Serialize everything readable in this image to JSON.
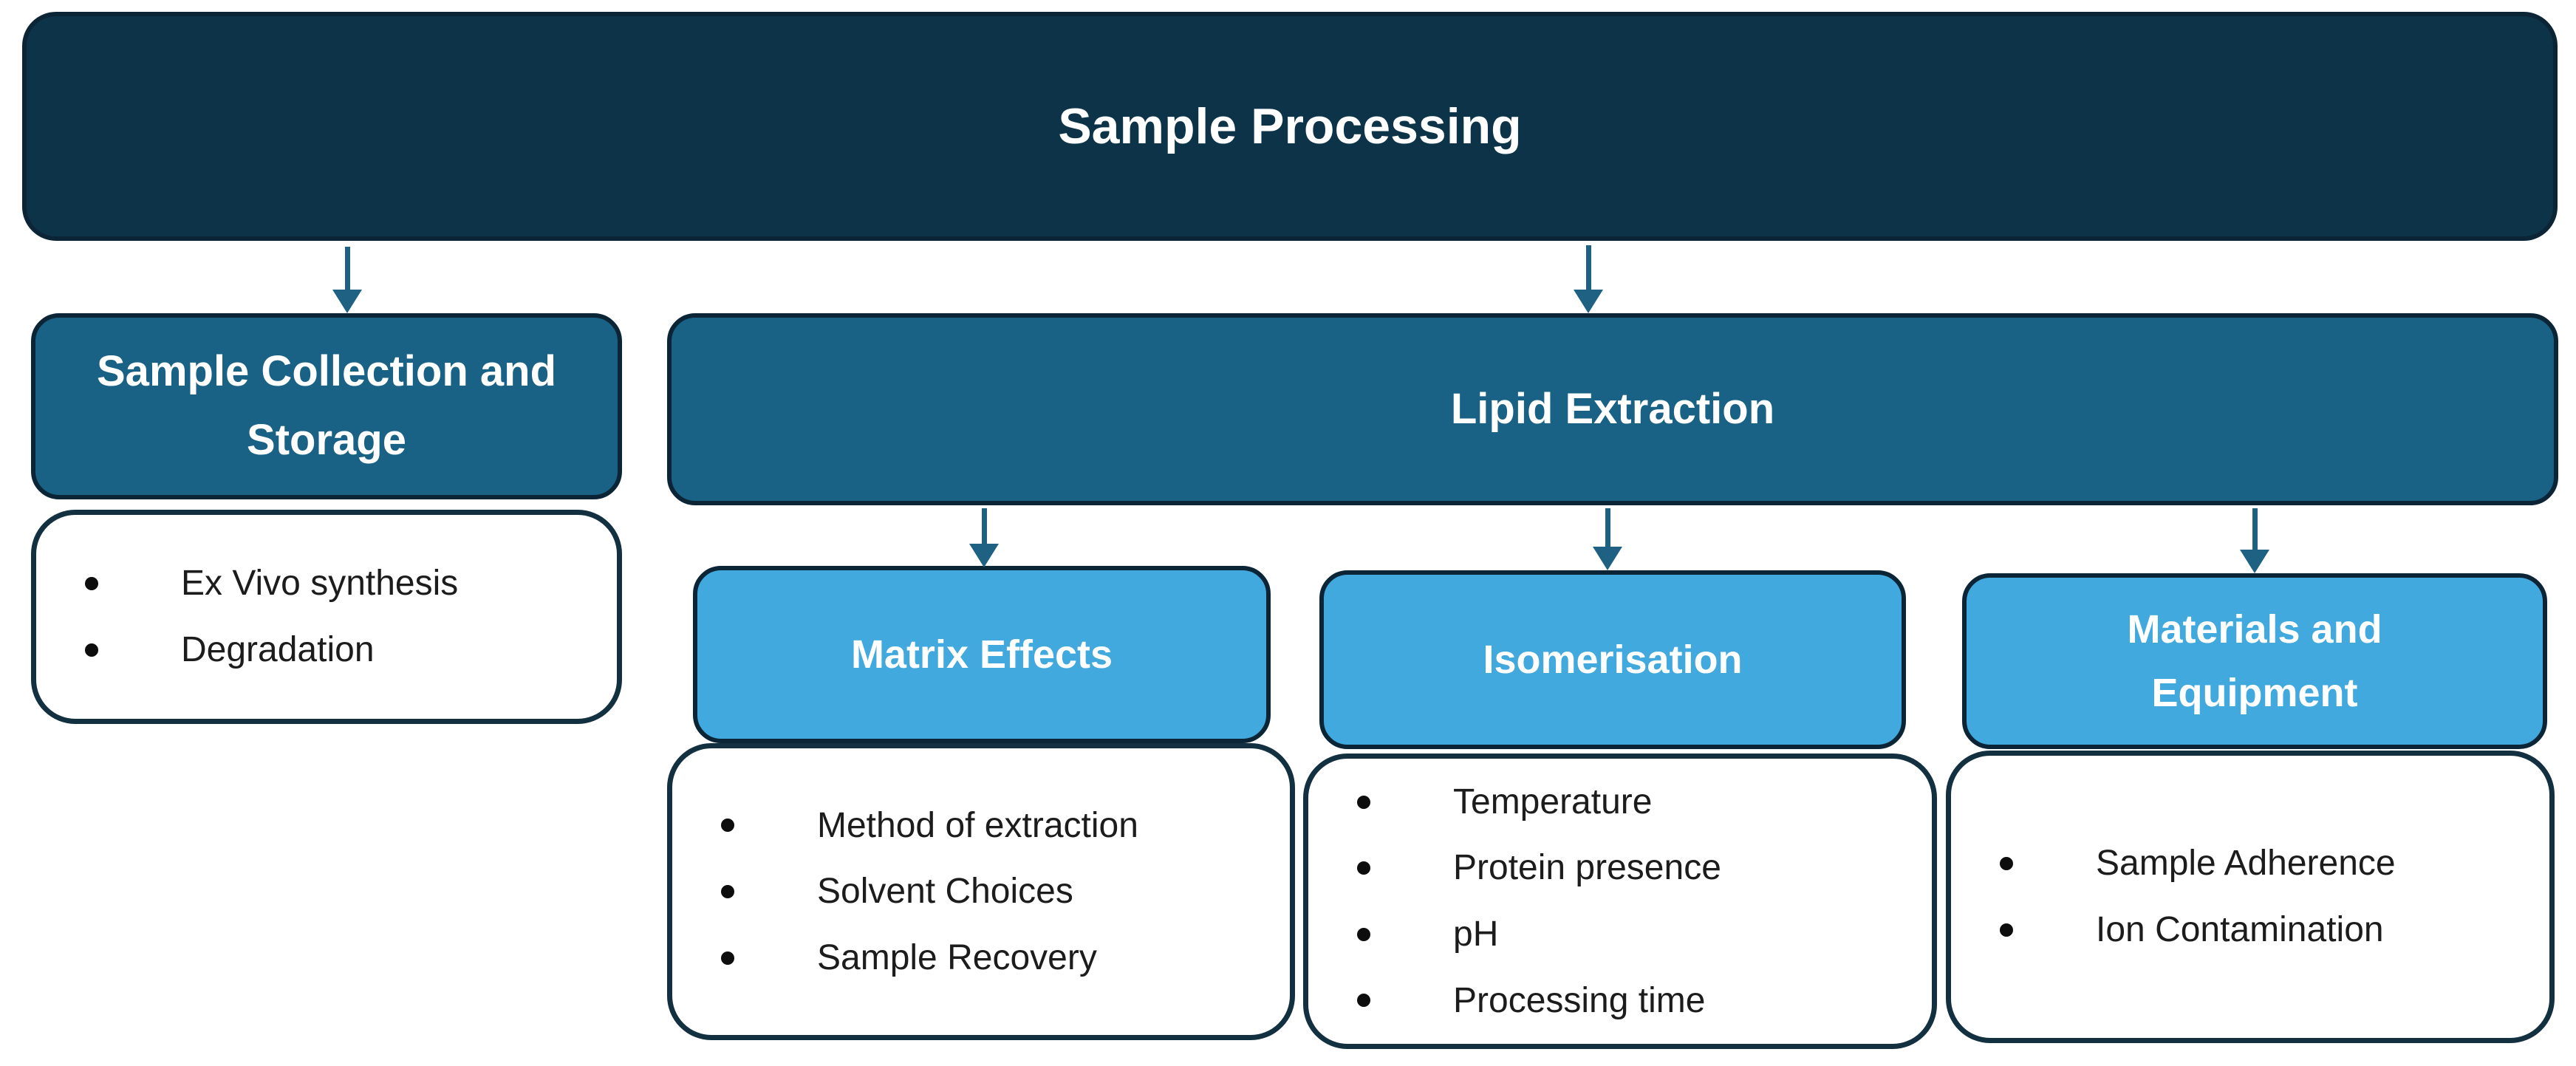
{
  "diagram": {
    "colors": {
      "root_fill": "#0D3348",
      "branch_fill": "#1A6285",
      "leaf_fill": "#41A9DE",
      "outline": "#0B2536",
      "detail_border": "#12303F",
      "arrow": "#1E6183",
      "text_light": "#FFFFFF",
      "text_dark": "#1C1C1C",
      "background": "#FFFFFF"
    },
    "nodes": {
      "root": {
        "label": "Sample Processing"
      },
      "collection": {
        "label": "Sample Collection and Storage",
        "items": [
          "Ex Vivo synthesis",
          "Degradation"
        ]
      },
      "lipid": {
        "label": "Lipid Extraction"
      },
      "matrix": {
        "label": "Matrix Effects",
        "items": [
          "Method of extraction",
          "Solvent Choices",
          "Sample Recovery"
        ]
      },
      "isomerisation": {
        "label": "Isomerisation",
        "items": [
          "Temperature",
          "Protein presence",
          "pH",
          "Processing time"
        ]
      },
      "materials": {
        "label": "Materials and Equipment",
        "items": [
          "Sample Adherence",
          "Ion Contamination"
        ]
      }
    }
  }
}
